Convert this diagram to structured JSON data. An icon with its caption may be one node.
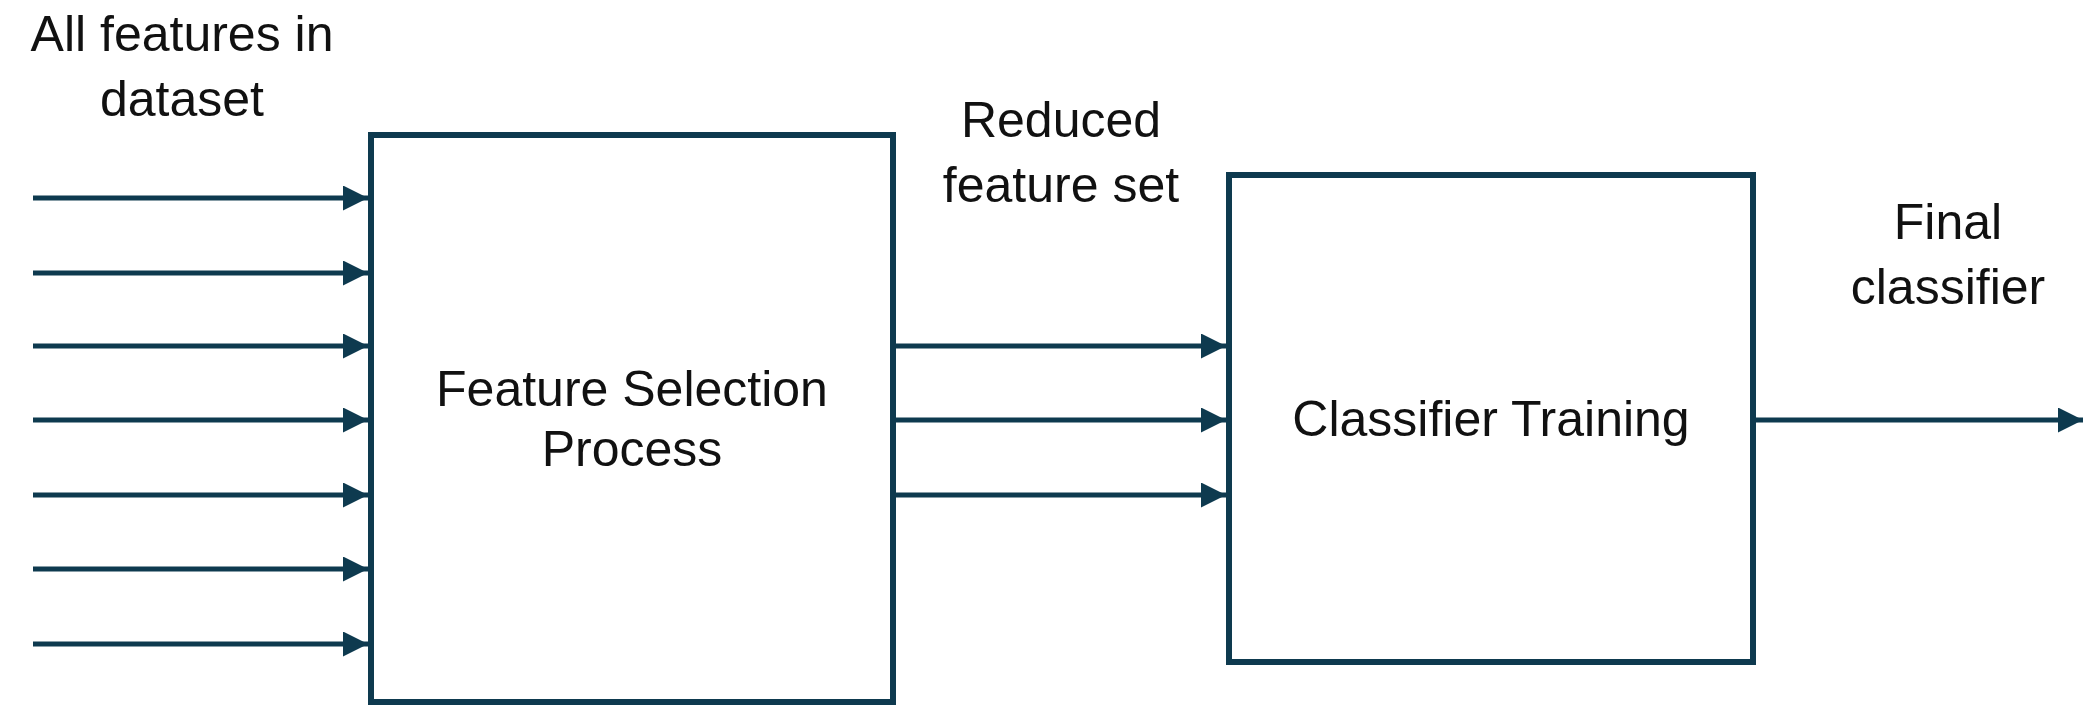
{
  "diagram": {
    "nodes": [
      {
        "text": [
          "Feature Selection Process"
        ]
      },
      {
        "text": [
          "Classifier Training"
        ]
      }
    ],
    "edges": [
      {
        "from": null,
        "to": 0,
        "arrow": "to"
      },
      {
        "from": null,
        "to": 0,
        "arrow": "to"
      },
      {
        "from": null,
        "to": 0,
        "arrow": "to"
      },
      {
        "from": null,
        "to": 0,
        "arrow": "to"
      },
      {
        "from": null,
        "to": 0,
        "arrow": "to"
      },
      {
        "from": null,
        "to": 0,
        "arrow": "to"
      },
      {
        "from": null,
        "to": 0,
        "arrow": "to"
      },
      {
        "from": 0,
        "to": 1,
        "arrow": "to"
      },
      {
        "from": 0,
        "to": 1,
        "arrow": "to"
      },
      {
        "from": 0,
        "to": 1,
        "arrow": "to"
      },
      {
        "from": 1,
        "to": null,
        "arrow": "to"
      }
    ],
    "labels": [
      "All features in dataset",
      "Reduced feature set",
      "Final classifier"
    ]
  }
}
